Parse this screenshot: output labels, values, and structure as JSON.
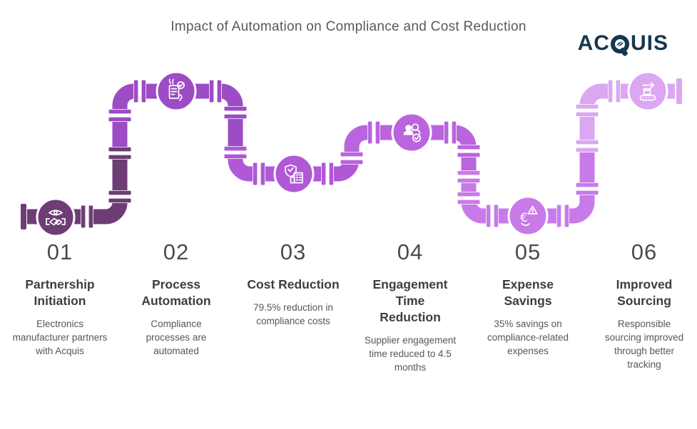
{
  "title": "Impact of Automation on Compliance and Cost Reduction",
  "brand": {
    "name": "ACQUIS",
    "letters_before_q": "AC",
    "letters_after_q": "UIS",
    "color": "#14374d"
  },
  "stages": [
    {
      "number": "01",
      "heading": "Partnership Initiation",
      "description": "Electronics manufacturer partners with Acquis",
      "icon": "handshake-eye-icon",
      "color": "#6d3d74"
    },
    {
      "number": "02",
      "heading": "Process Automation",
      "description": "Compliance processes are automated",
      "icon": "automated-contract-icon",
      "color": "#9c4cc4"
    },
    {
      "number": "03",
      "heading": "Cost Reduction",
      "description": "79.5% reduction in compliance costs",
      "icon": "shield-check-building-icon",
      "color": "#b058d6"
    },
    {
      "number": "04",
      "heading": "Engagement Time Reduction",
      "description": "Supplier engagement time reduced to 4.5 months",
      "icon": "people-check-icon",
      "color": "#bа64de"
    },
    {
      "number": "05",
      "heading": "Expense Savings",
      "description": "35% savings on compliance-related expenses",
      "icon": "euro-alert-icon",
      "color": "#c87ae8"
    },
    {
      "number": "06",
      "heading": "Improved Sourcing",
      "description": "Responsible sourcing improved through better tracking",
      "icon": "conveyor-box-icon",
      "color": "#dca7f1"
    }
  ]
}
